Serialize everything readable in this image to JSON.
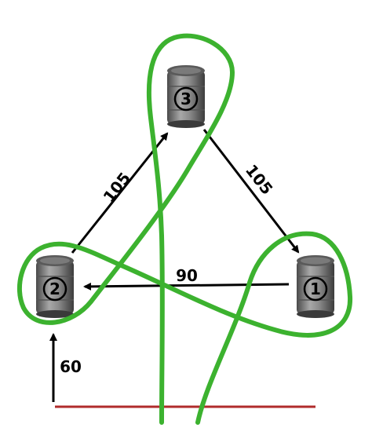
{
  "barrels": [
    {
      "id": "barrel-1",
      "label": "1"
    },
    {
      "id": "barrel-2",
      "label": "2"
    },
    {
      "id": "barrel-3",
      "label": "3"
    }
  ],
  "edges": [
    {
      "id": "edge-2-3",
      "label": "105"
    },
    {
      "id": "edge-3-1",
      "label": "105"
    },
    {
      "id": "edge-1-2",
      "label": "90"
    },
    {
      "id": "edge-in-2",
      "label": "60"
    }
  ],
  "colors": {
    "barrel_light": "#9a9a9a",
    "barrel_dark": "#3a3a3a",
    "arrow": "#000000",
    "curve": "#3cb22f",
    "baseline": "#b02b2b"
  }
}
